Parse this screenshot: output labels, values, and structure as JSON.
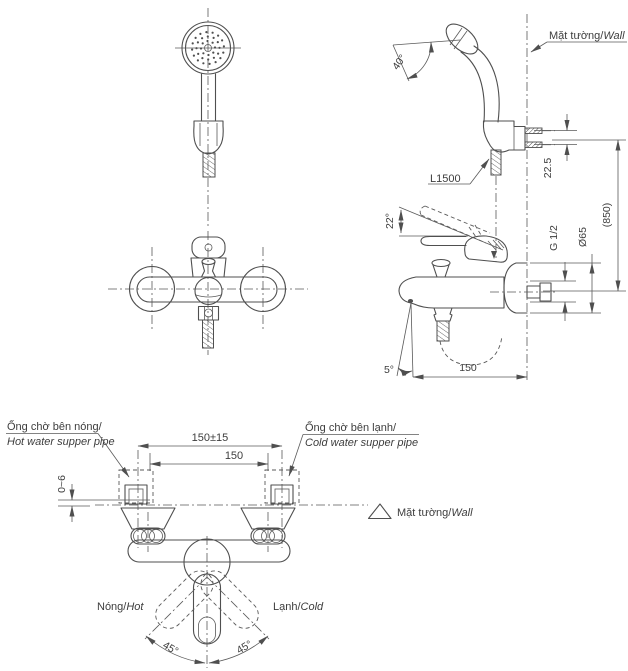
{
  "colors": {
    "background": "#ffffff",
    "line": "#4f4f4f",
    "text": "#3d3d3d"
  },
  "labels": {
    "wall_top": {
      "vi": "Mặt tường/",
      "en": "Wall"
    },
    "wall_bottom": {
      "vi": "Mặt tường/",
      "en": "Wall"
    },
    "hot_supply": {
      "vi": "Ống chờ bên nóng/",
      "en": "Hot water supper pipe"
    },
    "cold_supply": {
      "vi": "Ống chờ bên lạnh/",
      "en": "Cold water supper pipe"
    },
    "hot": {
      "vi": "Nóng/",
      "en": "Hot"
    },
    "cold": {
      "vi": "Lạnh/",
      "en": "Cold"
    },
    "hose_length": "L1500"
  },
  "dimensions": {
    "head_angle": "40°",
    "lever_angle": "22°",
    "screw_spacing": "22.5",
    "install_height": "(850)",
    "thread_size": "G 1/2",
    "flange_diameter": "Ø65",
    "spout_reach": "150",
    "spout_angle": "5°",
    "supply_spacing_tolerance": "150±15",
    "center_spacing": "150",
    "pipe_protrusion": "0~6",
    "handle_swing_left": "45°",
    "handle_swing_right": "45°"
  }
}
